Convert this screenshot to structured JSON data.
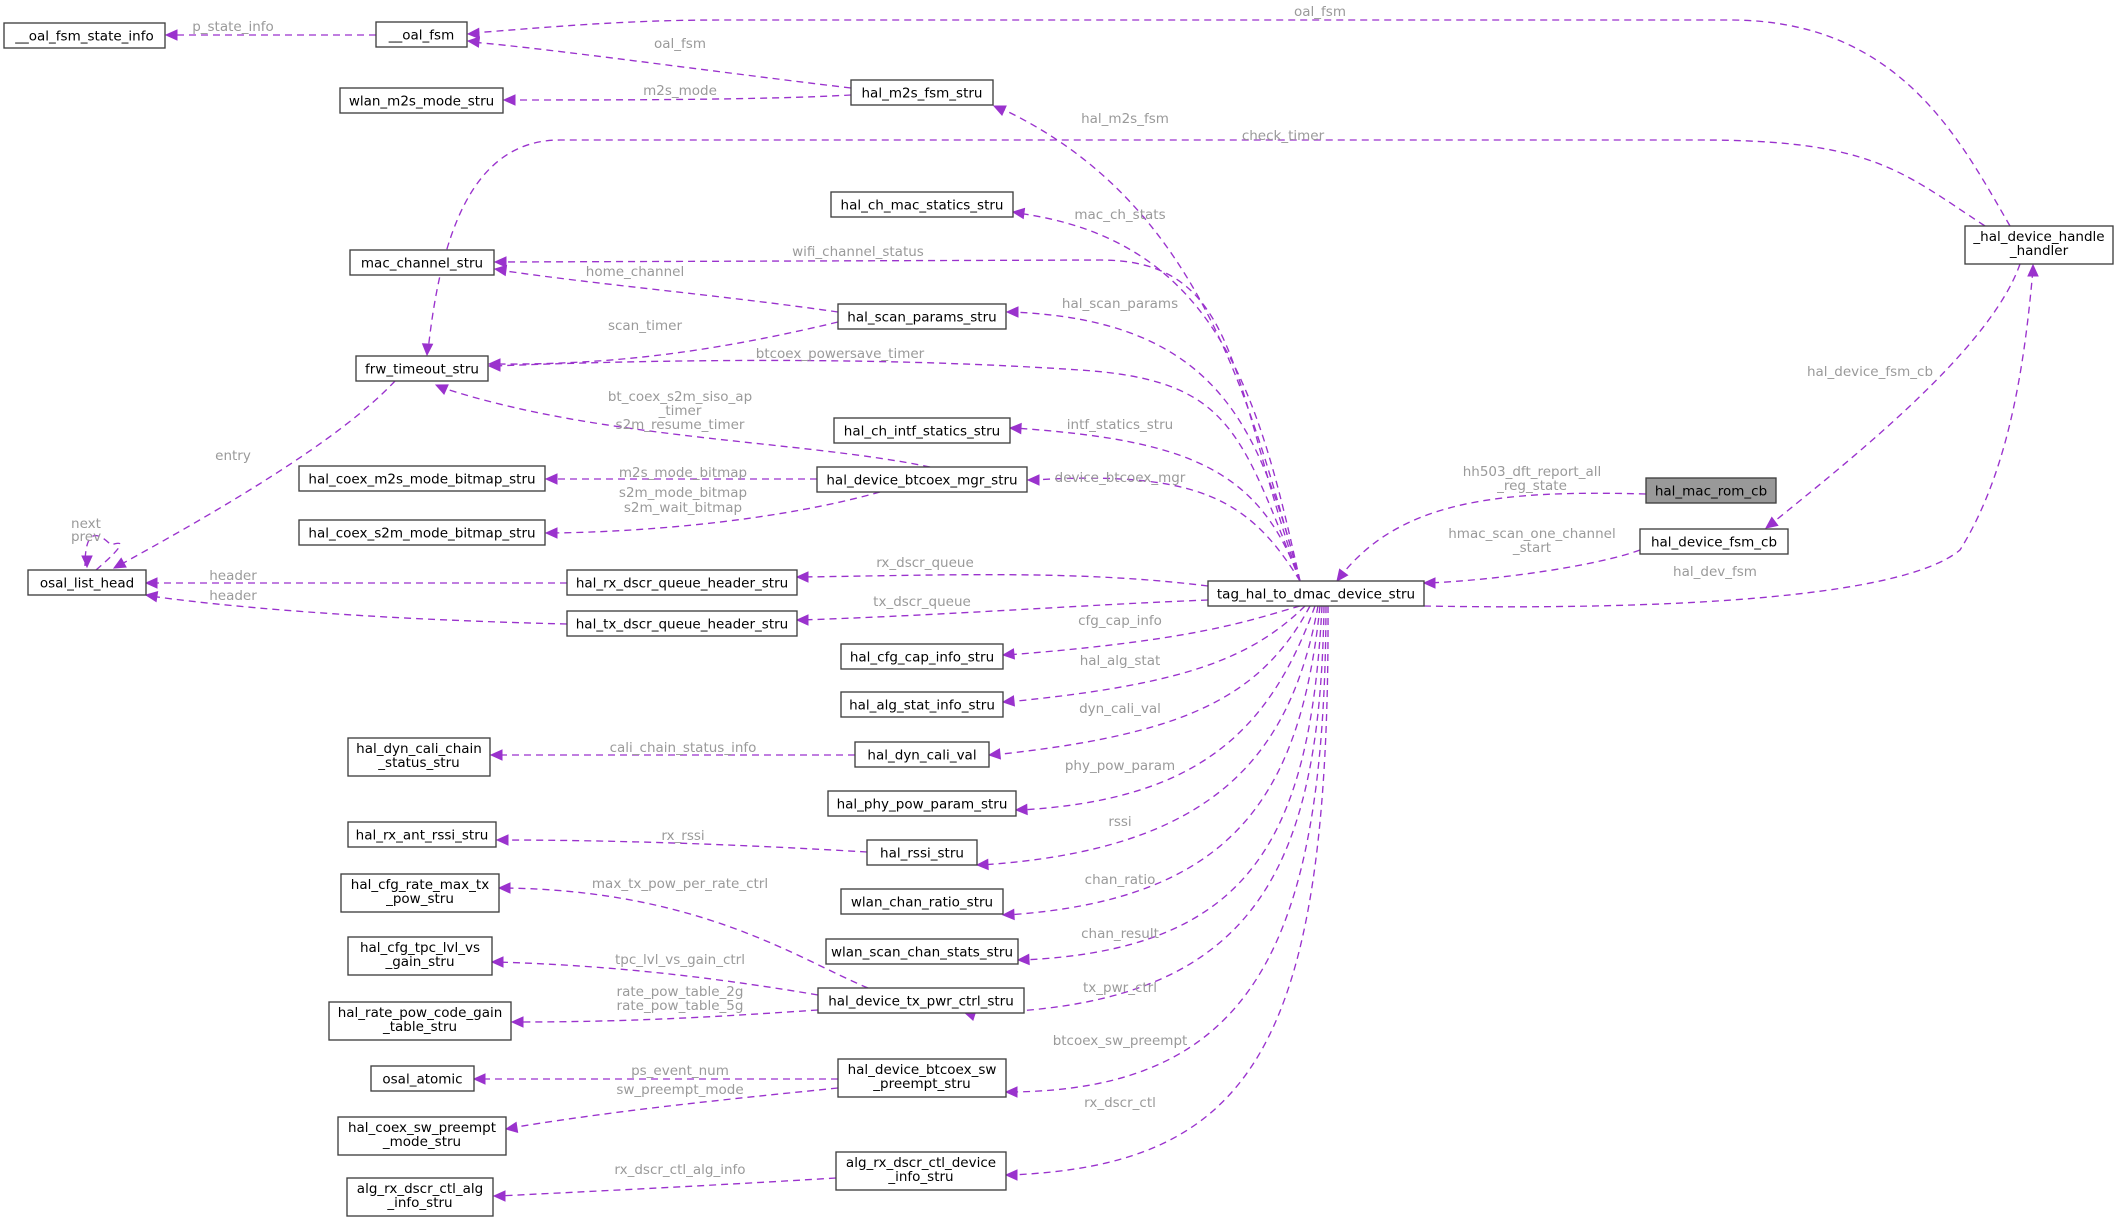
{
  "diagram": {
    "nodes": {
      "oal_fsm_state_info": [
        "__oal_fsm_state_info"
      ],
      "oal_fsm": [
        "__oal_fsm"
      ],
      "wlan_m2s": [
        "wlan_m2s_mode_stru"
      ],
      "hal_m2s_fsm": [
        "hal_m2s_fsm_stru"
      ],
      "ch_mac_statics": [
        "hal_ch_mac_statics_stru"
      ],
      "mac_channel": [
        "mac_channel_stru"
      ],
      "scan_params": [
        "hal_scan_params_stru"
      ],
      "frw_timeout": [
        "frw_timeout_stru"
      ],
      "ch_intf_statics": [
        "hal_ch_intf_statics_stru"
      ],
      "coex_m2s": [
        "hal_coex_m2s_mode_bitmap_stru"
      ],
      "btcoex_mgr": [
        "hal_device_btcoex_mgr_stru"
      ],
      "coex_s2m": [
        "hal_coex_s2m_mode_bitmap_stru"
      ],
      "osal_list": [
        "osal_list_head"
      ],
      "rx_queue": [
        "hal_rx_dscr_queue_header_stru"
      ],
      "tx_queue": [
        "hal_tx_dscr_queue_header_stru"
      ],
      "cfg_cap": [
        "hal_cfg_cap_info_stru"
      ],
      "alg_stat": [
        "hal_alg_stat_info_stru"
      ],
      "dyn_chain": [
        "hal_dyn_cali_chain",
        "_status_stru"
      ],
      "dyn_cali": [
        "hal_dyn_cali_val"
      ],
      "phy_pow": [
        "hal_phy_pow_param_stru"
      ],
      "rx_ant": [
        "hal_rx_ant_rssi_stru"
      ],
      "rssi": [
        "hal_rssi_stru"
      ],
      "rate_max": [
        "hal_cfg_rate_max_tx",
        "_pow_stru"
      ],
      "chan_ratio": [
        "wlan_chan_ratio_stru"
      ],
      "tpc_lvl": [
        "hal_cfg_tpc_lvl_vs",
        "_gain_stru"
      ],
      "scan_chan": [
        "wlan_scan_chan_stats_stru"
      ],
      "rate_pow": [
        "hal_rate_pow_code_gain",
        "_table_stru"
      ],
      "tx_pwr": [
        "hal_device_tx_pwr_ctrl_stru"
      ],
      "osal_atomic": [
        "osal_atomic"
      ],
      "sw_preempt": [
        "hal_device_btcoex_sw",
        "_preempt_stru"
      ],
      "sw_preempt_mode": [
        "hal_coex_sw_preempt",
        "_mode_stru"
      ],
      "alg_info": [
        "alg_rx_dscr_ctl_alg",
        "_info_stru"
      ],
      "rx_dscr_ctl": [
        "alg_rx_dscr_ctl_device",
        "_info_stru"
      ],
      "main": [
        "tag_hal_to_dmac_device_stru"
      ],
      "rom_cb": [
        "hal_mac_rom_cb"
      ],
      "fsm_cb": [
        "hal_device_fsm_cb"
      ],
      "handler": [
        "_hal_device_handle",
        "_handler"
      ]
    },
    "edges": {
      "e1": [
        "p_state_info"
      ],
      "e2": [
        "oal_fsm"
      ],
      "e3": [
        "oal_fsm"
      ],
      "e4": [
        "m2s_mode"
      ],
      "e5": [
        "hal_m2s_fsm"
      ],
      "e6": [
        "check_timer"
      ],
      "e7": [
        "mac_ch_stats"
      ],
      "e8": [
        "wifi_channel_status"
      ],
      "e9": [
        "home_channel"
      ],
      "e10": [
        "hal_scan_params"
      ],
      "e11": [
        "scan_timer"
      ],
      "e12": [
        "btcoex_powersave_timer"
      ],
      "e13": [
        "bt_coex_s2m_siso_ap",
        "_timer",
        "s2m_resume_timer"
      ],
      "e14": [
        "intf_statics_stru"
      ],
      "e15": [
        "m2s_mode_bitmap"
      ],
      "e16": [
        "device_btcoex_mgr"
      ],
      "e17": [
        "s2m_mode_bitmap",
        "s2m_wait_bitmap"
      ],
      "e18": [
        "entry"
      ],
      "e19": [
        "next",
        "prev"
      ],
      "e20": [
        "header"
      ],
      "e21": [
        "header"
      ],
      "e22": [
        "rx_dscr_queue"
      ],
      "e23": [
        "tx_dscr_queue"
      ],
      "e24": [
        "cfg_cap_info"
      ],
      "e25": [
        "hal_alg_stat"
      ],
      "e26": [
        "dyn_cali_val"
      ],
      "e27": [
        "cali_chain_status_info"
      ],
      "e28": [
        "phy_pow_param"
      ],
      "e29": [
        "rssi"
      ],
      "e30": [
        "rx_rssi"
      ],
      "e31": [
        "chan_ratio"
      ],
      "e32": [
        "max_tx_pow_per_rate_ctrl"
      ],
      "e33": [
        "chan_result"
      ],
      "e34": [
        "tx_pwr_ctrl"
      ],
      "e35": [
        "tpc_lvl_vs_gain_ctrl"
      ],
      "e36": [
        "rate_pow_table_2g",
        "rate_pow_table_5g"
      ],
      "e37": [
        "btcoex_sw_preempt"
      ],
      "e38": [
        "ps_event_num"
      ],
      "e39": [
        "sw_preempt_mode"
      ],
      "e40": [
        "rx_dscr_ctl"
      ],
      "e41": [
        "rx_dscr_ctl_alg_info"
      ],
      "e42": [
        "hh503_dft_report_all",
        "_reg_state"
      ],
      "e43": [
        "hmac_scan_one_channel",
        "_start"
      ],
      "e44": [
        "hal_device_fsm_cb"
      ],
      "e45": [
        "hal_dev_fsm"
      ]
    }
  }
}
